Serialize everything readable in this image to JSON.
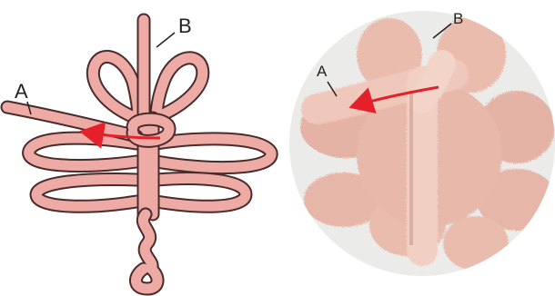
{
  "labels": {
    "left_a": "A",
    "left_b": "B",
    "right_a": "A",
    "right_b": "B"
  },
  "colors": {
    "cord_fill": "#eeaaa4",
    "cord_outline": "#4a2b2b",
    "arrow": "#e5202a",
    "photo_background": "#ebebea",
    "chenille": "#e9bcae"
  }
}
